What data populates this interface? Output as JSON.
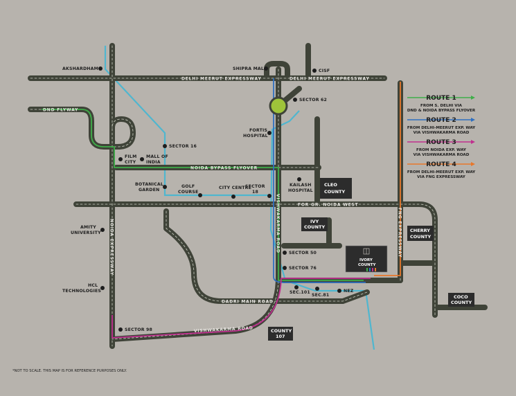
{
  "colors": {
    "background": "#b7b3ad",
    "road": "#3f4338",
    "road_dash": "#cfd3c6",
    "metro": "#4fb6cf",
    "route1": "#3fae49",
    "route2": "#2e6fc0",
    "route3": "#c02f8f",
    "route4": "#e8772a",
    "box": "#2c2c2c",
    "dot": "#1d1d1d"
  },
  "places": {
    "akshardham": "AKSHARDHAM",
    "shipra_mall": "SHIPRA MALL",
    "cisf": "CISF",
    "sector62": "SECTOR 62",
    "fortis_1": "FORTIS",
    "fortis_2": "HOSPITAL",
    "sector16": "SECTOR 16",
    "film_city_1": "FILM",
    "film_city_2": "CITY",
    "mall_of_india_1": "MALL OF",
    "mall_of_india_2": "INDIA",
    "botanical_1": "BOTANICAL",
    "botanical_2": "GARDEN",
    "golf_1": "GOLF",
    "golf_2": "COURSE",
    "city_centre": "CITY CENTRE",
    "sector18": "SECTOR",
    "sector18b": "18",
    "kailash_1": "KAILASH",
    "kailash_2": "HOSPITAL",
    "amity_1": "AMITY",
    "amity_2": "UNIVERSITY",
    "hcl_1": "HCL",
    "hcl_2": "TECHNOLOGIES",
    "sector50": "SECTOR 50",
    "sector76": "SECTOR 76",
    "sec101": "SEC.101",
    "sec81": "SEC.81",
    "nez": "NEZ",
    "sector98": "SECTOR 98"
  },
  "boxes": {
    "cleo_1": "CLEO",
    "cleo_2": "COUNTY",
    "ivy_1": "IVY",
    "ivy_2": "COUNTY",
    "cherry_1": "CHERRY",
    "cherry_2": "COUNTY",
    "coco_1": "COCO",
    "coco_2": "COUNTY",
    "county107_1": "COUNTY",
    "county107_2": "107",
    "ivory_1": "IVORY",
    "ivory_2": "COUNTY"
  },
  "roads": {
    "meerut_left": "DELHI MEERUT EXPRESSWAY",
    "meerut_right": "DELHI MEERUT EXPRESSWAY",
    "dnd": "DND FLYWAY",
    "noida_bypass": "NOIDA BYPASS FLYOVER",
    "fng": "FOR GR. NOIDA WEST",
    "noida_exp": "NOIDA EXPRESSWAY",
    "vishwakarma_v": "VISHWAKARMA ROAD",
    "vishwakarma_h": "VISHWAKARMA ROAD",
    "dadri": "DADRI MAIN ROAD",
    "fng_expressway": "FNG EXPRESSWAY"
  },
  "legend": [
    {
      "title": "ROUTE 1",
      "line1": "FROM S. DELHI VIA",
      "line2": "DND & NOIDA BYPASS FLYOVER",
      "color": "#3fae49"
    },
    {
      "title": "ROUTE 2",
      "line1": "FROM DELHI-MEERUT EXP. WAY",
      "line2": "VIA VISHWAKARMA ROAD",
      "color": "#2e6fc0"
    },
    {
      "title": "ROUTE 3",
      "line1": "FROM NOIDA EXP. WAY",
      "line2": "VIA VISHWAKARMA ROAD",
      "color": "#c02f8f"
    },
    {
      "title": "ROUTE 4",
      "line1": "FROM DELHI-MEERUT EXP. WAY",
      "line2": "VIA FNG EXPRESSWAY",
      "color": "#e8772a"
    }
  ],
  "note": "*NOT TO SCALE. THIS MAP IS FOR REFERENCE PURPOSES ONLY."
}
